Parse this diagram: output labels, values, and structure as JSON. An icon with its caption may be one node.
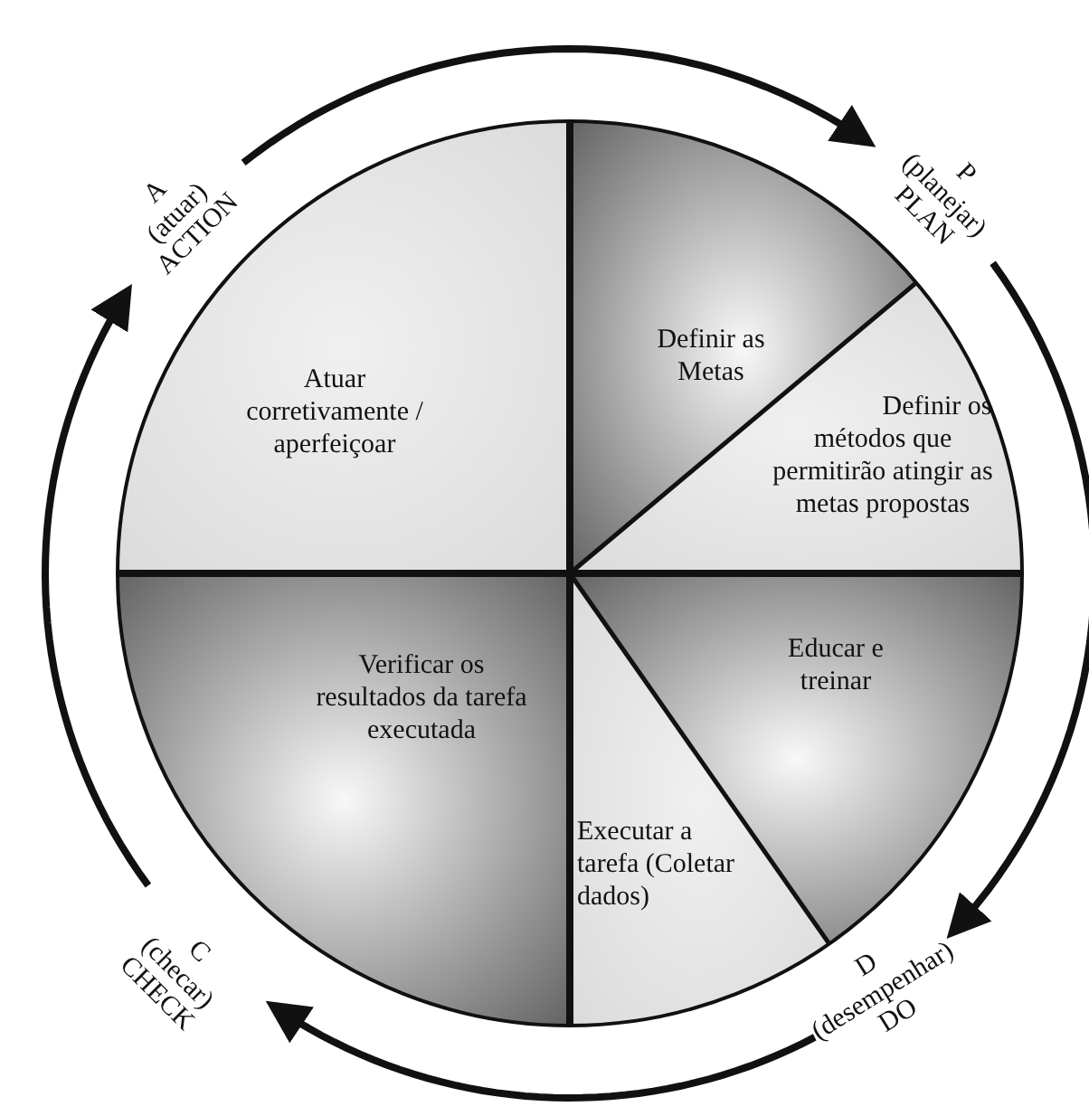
{
  "diagram": {
    "nodes": [
      {
        "text": [
          "Atuar corretivamente / aperfeiçoar"
        ]
      },
      {
        "text": [
          "Definir as Metas"
        ]
      },
      {
        "text": [
          "Definir os métodos que permitirão atingir as metas propostas"
        ]
      },
      {
        "text": [
          "Educar e treinar"
        ]
      },
      {
        "text": [
          "Executar a tarefa (Coletar dados)"
        ]
      },
      {
        "text": [
          "Verificar os resultados da tarefa executada"
        ]
      },
      {
        "text": [
          "A",
          "(atuar)",
          "ACTION"
        ]
      },
      {
        "text": [
          "P",
          "(planejar)",
          "PLAN"
        ]
      },
      {
        "text": [
          "D",
          "(desempenhar)",
          "DO"
        ]
      },
      {
        "text": [
          "C",
          "(checar)",
          "CHECK"
        ]
      }
    ],
    "edges": [
      {
        "from": 6,
        "to": 7,
        "arrow": "to"
      },
      {
        "from": 7,
        "to": 8,
        "arrow": "to"
      },
      {
        "from": 8,
        "to": 9,
        "arrow": "to"
      },
      {
        "from": 9,
        "to": 6,
        "arrow": "to"
      }
    ]
  }
}
